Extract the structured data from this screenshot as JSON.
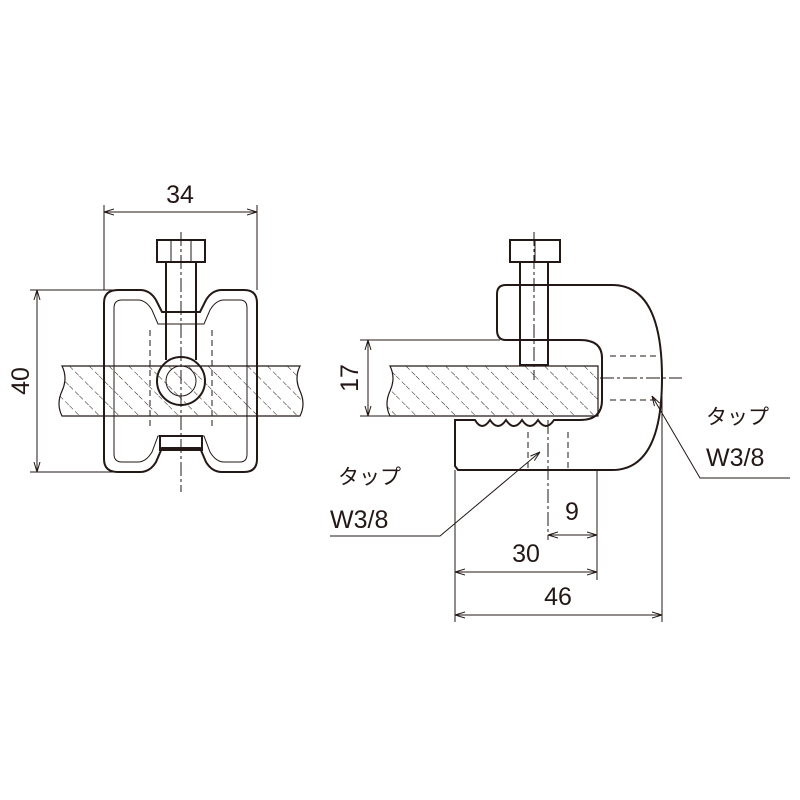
{
  "front_view": {
    "width_dim": "34",
    "height_dim": "40"
  },
  "side_view": {
    "plate_thickness_dim": "17",
    "tap_right": {
      "label": "タップ",
      "size": "W3/8"
    },
    "tap_bottom": {
      "label": "タップ",
      "size": "W3/8"
    },
    "dim_9": "9",
    "dim_30": "30",
    "dim_46": "46"
  },
  "colors": {
    "line": "#231815",
    "background": "#ffffff"
  }
}
